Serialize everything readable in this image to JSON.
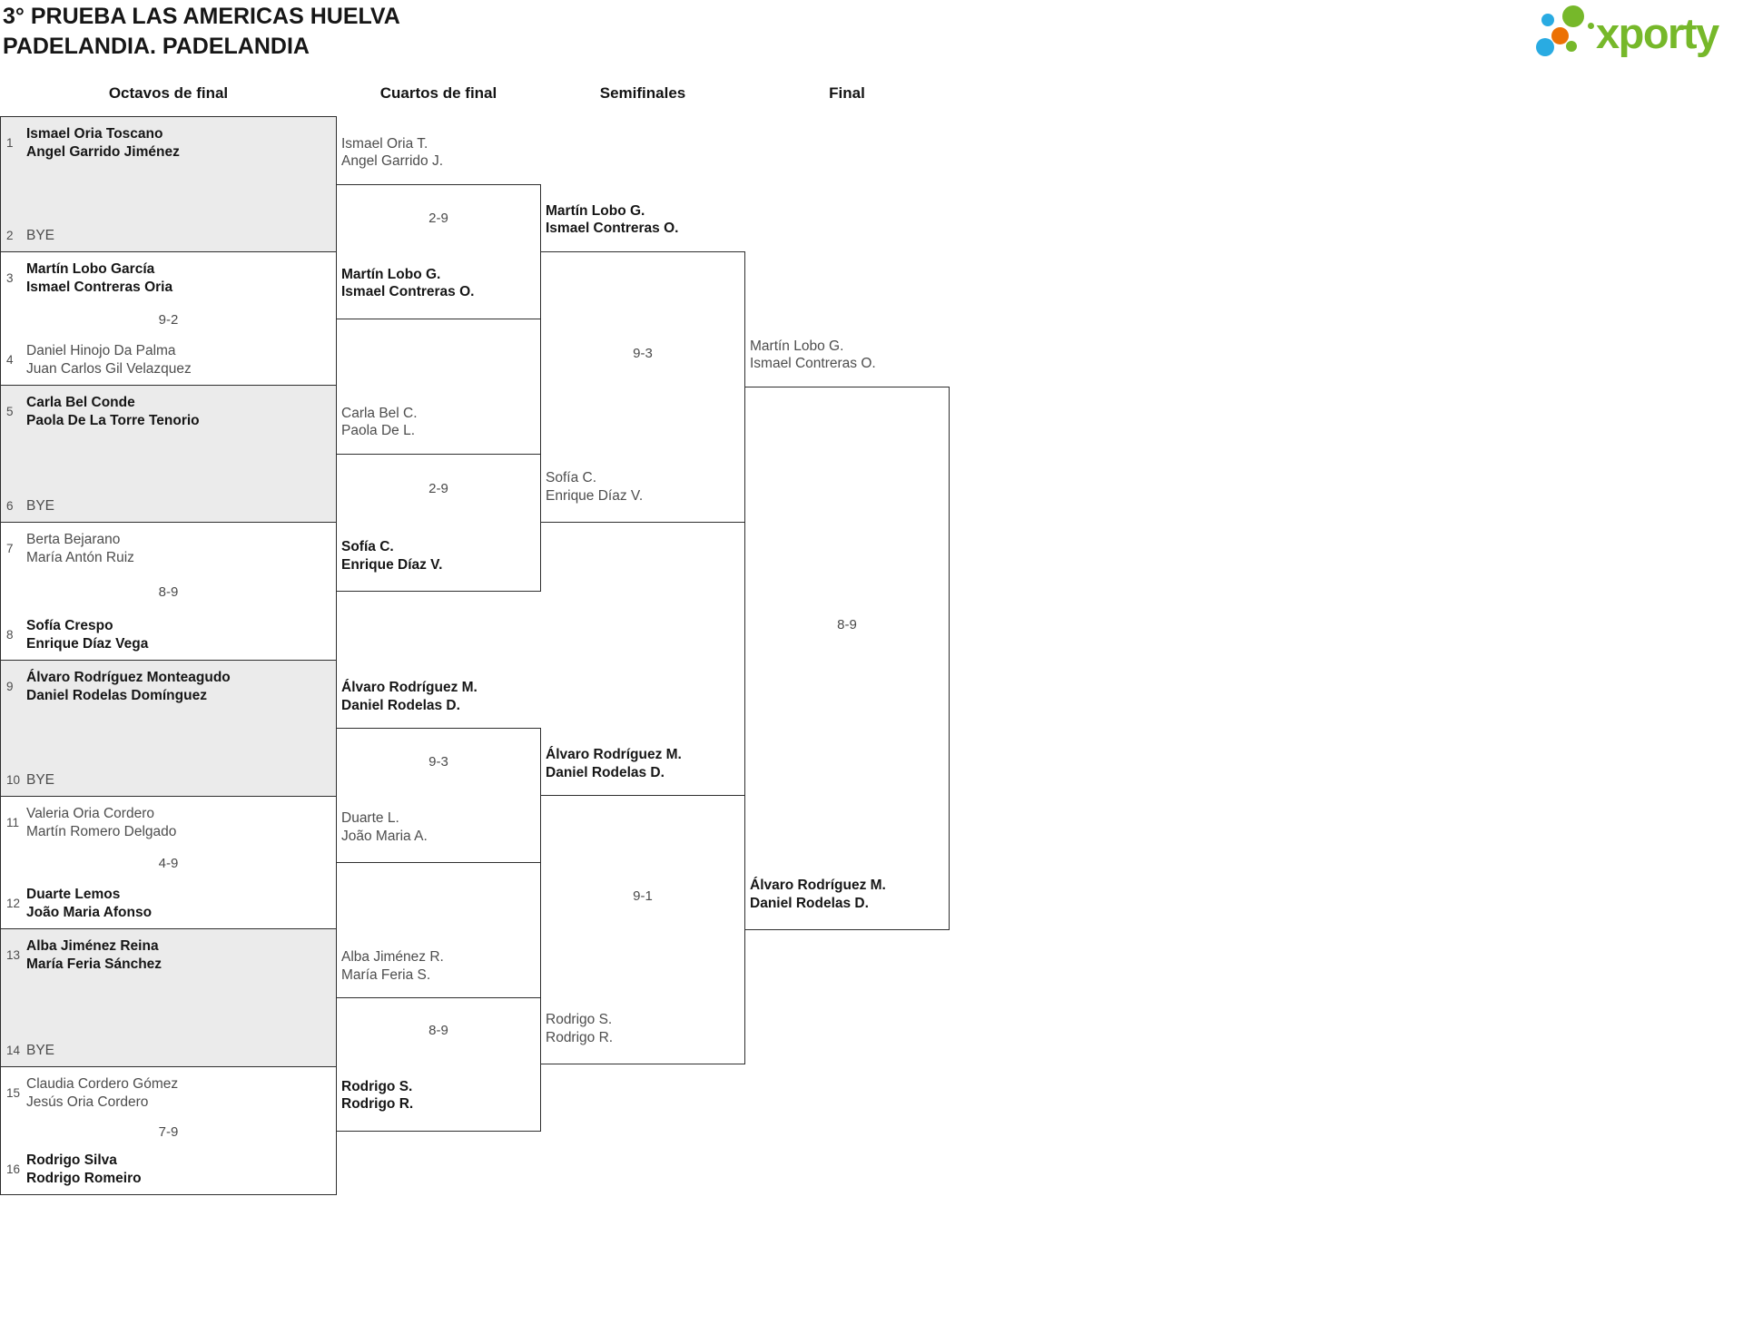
{
  "title": {
    "line1": "3° PRUEBA LAS AMERICAS HUELVA",
    "line2": "PADELANDIA. PADELANDIA"
  },
  "logo": {
    "text": "xporty",
    "colors": {
      "green": "#76b82a",
      "blue": "#29abe2",
      "orange": "#ec7104"
    }
  },
  "bracket": {
    "rounds": [
      {
        "label": "Octavos de final",
        "matches": [
          {
            "score": "",
            "teams": [
              {
                "seed": "1",
                "line1": "Ismael Oria Toscano",
                "line2": "Angel Garrido Jiménez",
                "winner": true,
                "bye": false
              },
              {
                "seed": "2",
                "line1": "BYE",
                "line2": "",
                "winner": false,
                "bye": true
              }
            ]
          },
          {
            "score": "9-2",
            "teams": [
              {
                "seed": "3",
                "line1": "Martín Lobo García",
                "line2": "Ismael Contreras Oria",
                "winner": true,
                "bye": false
              },
              {
                "seed": "4",
                "line1": "Daniel Hinojo Da Palma",
                "line2": "Juan Carlos Gil Velazquez",
                "winner": false,
                "bye": false
              }
            ]
          },
          {
            "score": "",
            "teams": [
              {
                "seed": "5",
                "line1": "Carla Bel Conde",
                "line2": "Paola De La Torre Tenorio",
                "winner": true,
                "bye": false
              },
              {
                "seed": "6",
                "line1": "BYE",
                "line2": "",
                "winner": false,
                "bye": true
              }
            ]
          },
          {
            "score": "8-9",
            "teams": [
              {
                "seed": "7",
                "line1": "Berta Bejarano",
                "line2": "María Antón Ruiz",
                "winner": false,
                "bye": false
              },
              {
                "seed": "8",
                "line1": "Sofía Crespo",
                "line2": "Enrique Díaz Vega",
                "winner": true,
                "bye": false
              }
            ]
          },
          {
            "score": "",
            "teams": [
              {
                "seed": "9",
                "line1": "Álvaro Rodríguez Monteagudo",
                "line2": "Daniel Rodelas Domínguez",
                "winner": true,
                "bye": false
              },
              {
                "seed": "10",
                "line1": "BYE",
                "line2": "",
                "winner": false,
                "bye": true
              }
            ]
          },
          {
            "score": "4-9",
            "teams": [
              {
                "seed": "11",
                "line1": "Valeria Oria Cordero",
                "line2": "Martín Romero Delgado",
                "winner": false,
                "bye": false
              },
              {
                "seed": "12",
                "line1": "Duarte Lemos",
                "line2": "João Maria Afonso",
                "winner": true,
                "bye": false
              }
            ]
          },
          {
            "score": "",
            "teams": [
              {
                "seed": "13",
                "line1": "Alba Jiménez Reina",
                "line2": "María Feria Sánchez",
                "winner": true,
                "bye": false
              },
              {
                "seed": "14",
                "line1": "BYE",
                "line2": "",
                "winner": false,
                "bye": true
              }
            ]
          },
          {
            "score": "7-9",
            "teams": [
              {
                "seed": "15",
                "line1": "Claudia Cordero Gómez",
                "line2": "Jesús Oria Cordero",
                "winner": false,
                "bye": false
              },
              {
                "seed": "16",
                "line1": "Rodrigo Silva",
                "line2": "Rodrigo Romeiro",
                "winner": true,
                "bye": false
              }
            ]
          }
        ]
      },
      {
        "label": "Cuartos de final",
        "matches": [
          {
            "score": "2-9",
            "teams": [
              {
                "line1": "Ismael Oria T.",
                "line2": "Angel Garrido J.",
                "winner": false
              },
              {
                "line1": "Martín Lobo G.",
                "line2": "Ismael Contreras O.",
                "winner": true
              }
            ]
          },
          {
            "score": "2-9",
            "teams": [
              {
                "line1": "Carla Bel C.",
                "line2": "Paola De L.",
                "winner": false
              },
              {
                "line1": "Sofía C.",
                "line2": "Enrique Díaz V.",
                "winner": true
              }
            ]
          },
          {
            "score": "9-3",
            "teams": [
              {
                "line1": "Álvaro Rodríguez M.",
                "line2": "Daniel Rodelas D.",
                "winner": true
              },
              {
                "line1": "Duarte L.",
                "line2": "João Maria A.",
                "winner": false
              }
            ]
          },
          {
            "score": "8-9",
            "teams": [
              {
                "line1": "Alba Jiménez R.",
                "line2": "María Feria S.",
                "winner": false
              },
              {
                "line1": "Rodrigo S.",
                "line2": "Rodrigo R.",
                "winner": true
              }
            ]
          }
        ]
      },
      {
        "label": "Semifinales",
        "matches": [
          {
            "score": "9-3",
            "teams": [
              {
                "line1": "Martín Lobo G.",
                "line2": "Ismael Contreras O.",
                "winner": true
              },
              {
                "line1": "Sofía C.",
                "line2": "Enrique Díaz V.",
                "winner": false
              }
            ]
          },
          {
            "score": "9-1",
            "teams": [
              {
                "line1": "Álvaro Rodríguez M.",
                "line2": "Daniel Rodelas D.",
                "winner": true
              },
              {
                "line1": "Rodrigo S.",
                "line2": "Rodrigo R.",
                "winner": false
              }
            ]
          }
        ]
      },
      {
        "label": "Final",
        "matches": [
          {
            "score": "8-9",
            "teams": [
              {
                "line1": "Martín Lobo G.",
                "line2": "Ismael Contreras O.",
                "winner": false
              },
              {
                "line1": "Álvaro Rodríguez M.",
                "line2": "Daniel Rodelas D.",
                "winner": true
              }
            ]
          }
        ]
      }
    ]
  }
}
